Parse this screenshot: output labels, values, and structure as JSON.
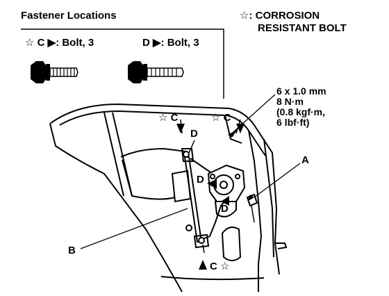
{
  "fastener": {
    "title": "Fastener Locations",
    "c_letter": "C",
    "c_text": ": Bolt, 3",
    "d_letter": "D",
    "d_text": ": Bolt, 3"
  },
  "legend": {
    "star_symbol": "☆",
    "corrosion_line1": "CORROSION",
    "corrosion_line2": "RESISTANT BOLT"
  },
  "torque": {
    "line1": "6 x 1.0 mm",
    "line2": "8 N·m",
    "line3": "(0.8 kgf·m,",
    "line4": "6 lbf·ft)"
  },
  "callouts": {
    "c": "C",
    "d": "D",
    "a": "A",
    "b": "B"
  }
}
